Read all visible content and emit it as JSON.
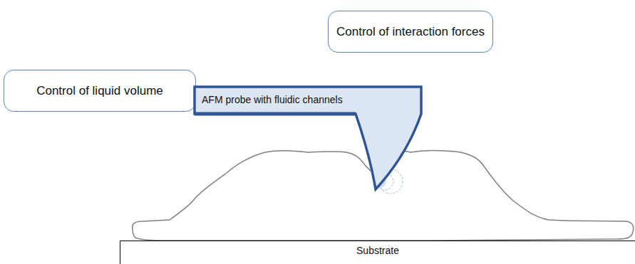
{
  "diagram": {
    "nodes": [
      {
        "text": [
          "Control of interaction forces"
        ]
      },
      {
        "text": [
          "Control of liquid volume"
        ]
      },
      {
        "text": [
          "AFM probe with fluidic channels"
        ]
      },
      {
        "text": [
          "Substrate"
        ]
      }
    ]
  }
}
